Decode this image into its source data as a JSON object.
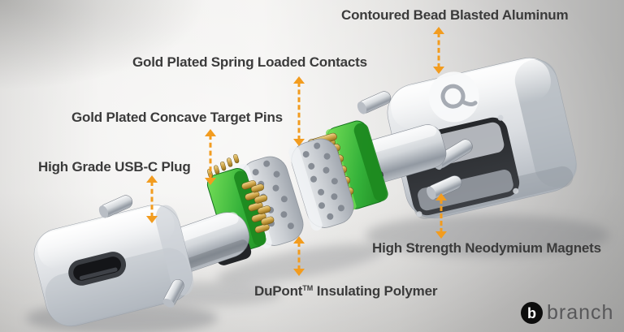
{
  "page": {
    "type": "product-feature-exploded-diagram",
    "product": "magnetic USB-C adapter"
  },
  "callouts": [
    {
      "id": "aluminum-housing",
      "label": "Contoured Bead Blasted Aluminum"
    },
    {
      "id": "spring-contacts",
      "label": "Gold Plated Spring Loaded Contacts"
    },
    {
      "id": "target-pins",
      "label": "Gold Plated Concave Target Pins"
    },
    {
      "id": "usbc-plug",
      "label": "High Grade USB-C Plug"
    },
    {
      "id": "magnets",
      "label": "High Strength Neodymium Magnets"
    },
    {
      "id": "polymer",
      "brand": "DuPont",
      "trademark": "TM",
      "rest": " Insulating Polymer"
    }
  ],
  "brand": {
    "wordmark": "branch",
    "mark_letter": "b"
  },
  "colors": {
    "callout_arrow": "#F29C1F",
    "label_text": "#3B3B3B",
    "pcb_green": "#2EA32E",
    "contact_gold": "#C9A144",
    "aluminum_silver": "#E8EAED",
    "background_light": "#F3F2F0",
    "background_dark": "#B0B0AF",
    "brand_text": "#58585A",
    "brand_mark_bg": "#0D0D0D"
  },
  "icons": {
    "brand_mark": "branch-b-icon",
    "housing_badge": "branch-ring-badge-icon"
  }
}
